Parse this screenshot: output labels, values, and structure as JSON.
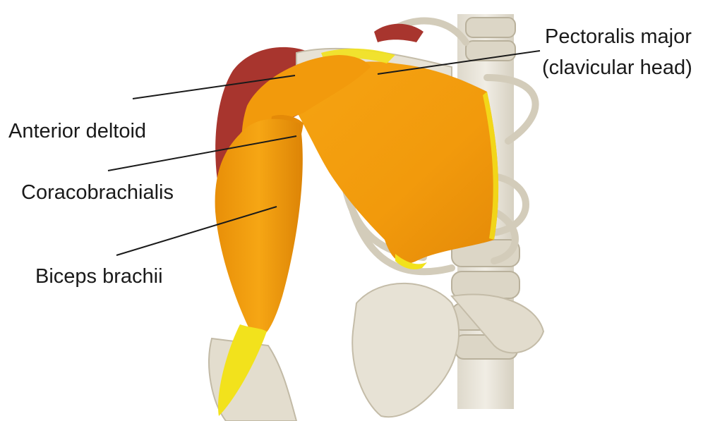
{
  "labels": {
    "pectoralis_line1": "Pectoralis major",
    "pectoralis_line2": "(clavicular head)",
    "anterior_deltoid": "Anterior deltoid",
    "coracobrachialis": "Coracobrachialis",
    "biceps_brachii": "Biceps brachii"
  },
  "colors": {
    "muscle_orange": "#F29A0C",
    "muscle_dark_orange": "#D97E06",
    "tendon_yellow": "#F2E21C",
    "deltoid_red": "#A8352E",
    "bone": "#E6E1D3",
    "bone_shadow": "#C9C2B0",
    "leader_line": "#1a1a1a"
  }
}
